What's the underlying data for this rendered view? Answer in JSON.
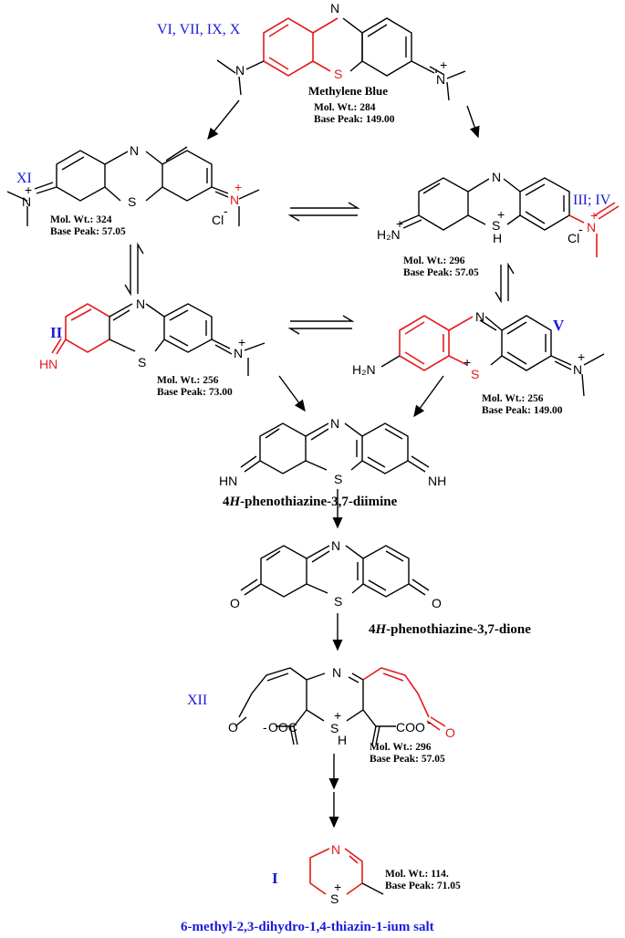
{
  "compounds": {
    "mb": {
      "roman": "VI, VII, IX, X",
      "name": "Methylene Blue",
      "mw": "Mol. Wt.: 284",
      "bp": "Base Peak: 149.00"
    },
    "xi": {
      "roman": "XI",
      "mw": "Mol. Wt.: 324",
      "bp": "Base Peak: 57.05",
      "counterion": "Cl"
    },
    "iii": {
      "roman": "III; IV",
      "mw": "Mol. Wt.: 296",
      "bp": "Base Peak: 57.05",
      "counterion": "Cl"
    },
    "ii": {
      "roman": "II",
      "mw": "Mol. Wt.: 256",
      "bp": "Base Peak: 73.00"
    },
    "v": {
      "roman": "V",
      "mw": "Mol. Wt.: 256",
      "bp": "Base Peak: 149.00"
    },
    "diimine": {
      "name_prefix": "4",
      "name_italic": "H",
      "name_rest": "-phenothiazine-3,7-diimine"
    },
    "dione": {
      "name_prefix": "4",
      "name_italic": "H",
      "name_rest": "-phenothiazine-3,7-dione"
    },
    "xii": {
      "roman": "XII",
      "mw": "Mol. Wt.: 296",
      "bp": "Base Peak: 57.05"
    },
    "i": {
      "roman": "I",
      "mw": "Mol. Wt.: 114.",
      "bp": "Base Peak: 71.05",
      "name": "6-methyl-2,3-dihydro-1,4-thiazin-1-ium salt"
    }
  },
  "atoms": {
    "N": "N",
    "S": "S",
    "SH": "S",
    "H": "H",
    "HN": "HN",
    "NH": "NH",
    "H2N": "H₂N",
    "O": "O",
    "OOC": "OOC",
    "COO": "COO",
    "plus": "+",
    "minus": "-"
  },
  "colors": {
    "red": "#e41a1c",
    "blue": "#1a1adb",
    "black": "#000000"
  }
}
